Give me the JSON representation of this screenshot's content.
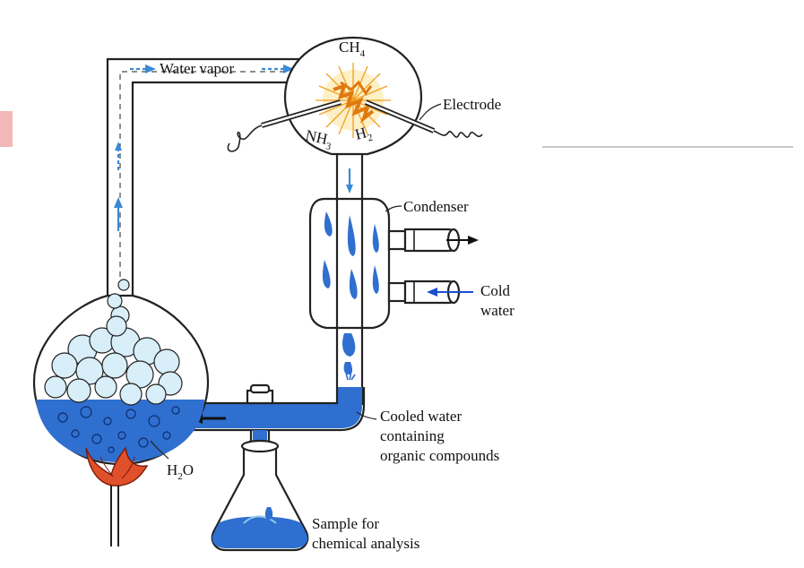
{
  "labels": {
    "water_vapor": "Water vapor",
    "ch4_main": "CH",
    "ch4_sub": "4",
    "nh3_main": "NH",
    "nh3_sub": "3",
    "h2_main": "H",
    "h2_sub": "2",
    "electrode": "Electrode",
    "condenser": "Condenser",
    "cold_line1": "Cold",
    "cold_line2": "water",
    "cooled_line1": "Cooled water",
    "cooled_line2": "containing",
    "cooled_line3": "organic compounds",
    "h2o_main": "H",
    "h2o_sub": "2",
    "h2o_end": "O",
    "sample_line1": "Sample for",
    "sample_line2": "chemical analysis"
  },
  "colors": {
    "water": "#2f6fd0",
    "vapor": "#8fc8e6",
    "spark": "#f0a020",
    "flame": "#e0502a",
    "flow_arrow": "#3a8ad8",
    "accent_bar": "#e8a0a0"
  },
  "icons": [
    "spark-icon",
    "flame-icon",
    "flow-arrow-icon",
    "electrode-coil-icon"
  ]
}
